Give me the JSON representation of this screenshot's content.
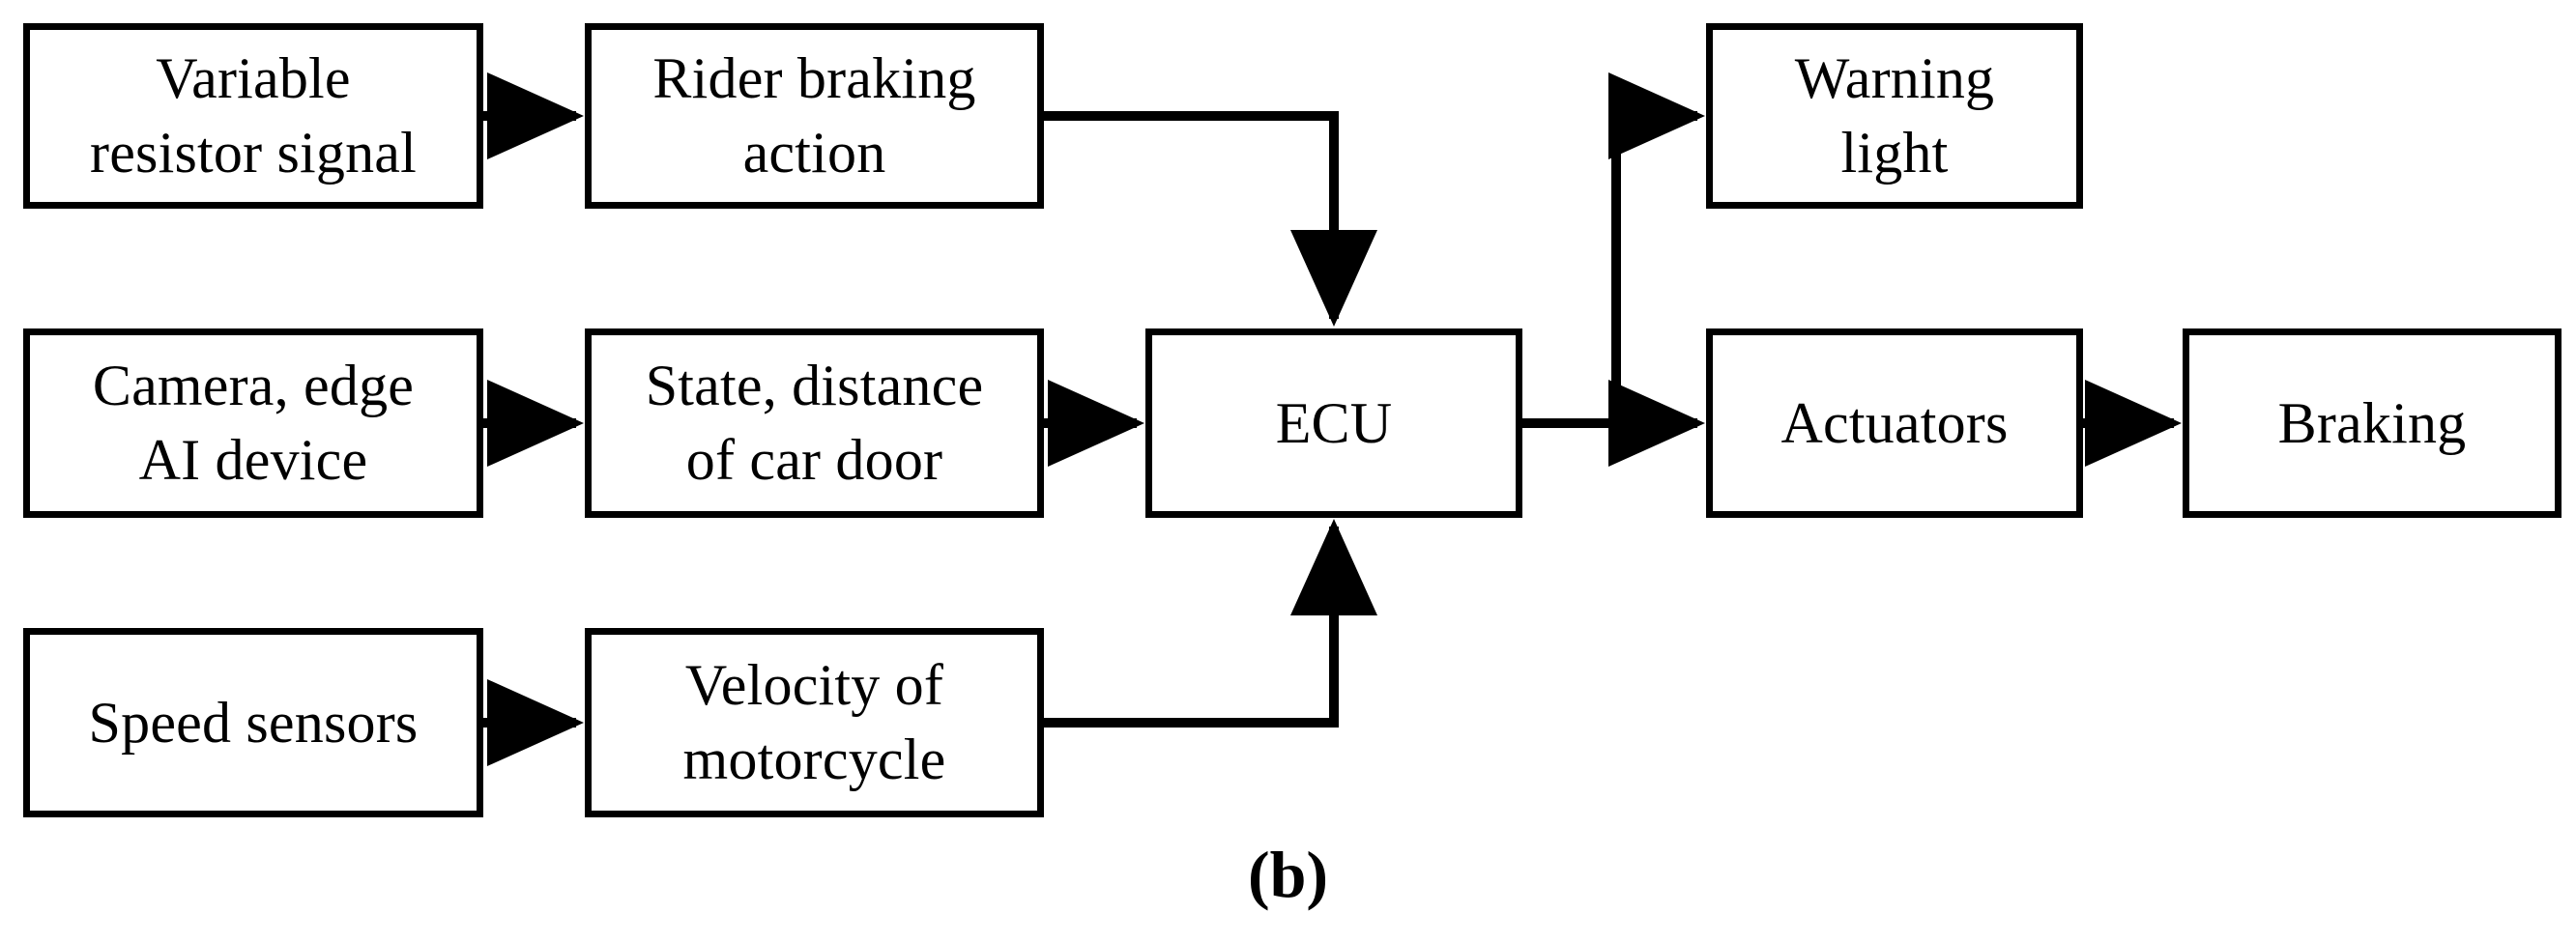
{
  "figure": {
    "caption": "(b)",
    "background_color": "#ffffff",
    "line_color": "#000000",
    "text_color": "#000000"
  },
  "nodes": {
    "variable_resistor_signal": {
      "label": "Variable\nresistor signal"
    },
    "rider_braking_action": {
      "label": "Rider braking\naction"
    },
    "warning_light": {
      "label": "Warning\nlight"
    },
    "camera_edge_ai_device": {
      "label": "Camera, edge\nAI device"
    },
    "state_distance_car_door": {
      "label": "State, distance\nof car door"
    },
    "ecu": {
      "label": "ECU"
    },
    "actuators": {
      "label": "Actuators"
    },
    "braking": {
      "label": "Braking"
    },
    "speed_sensors": {
      "label": "Speed sensors"
    },
    "velocity_of_motorcycle": {
      "label": "Velocity of\nmotorcycle"
    }
  },
  "edges": [
    {
      "name": "variable-resistor-signal-to-rider-braking-action",
      "from": "variable_resistor_signal",
      "to": "rider_braking_action",
      "style": "straight-right"
    },
    {
      "name": "rider-braking-action-to-ecu",
      "from": "rider_braking_action",
      "to": "ecu",
      "style": "right-then-down"
    },
    {
      "name": "camera-edge-ai-device-to-state-distance-car-door",
      "from": "camera_edge_ai_device",
      "to": "state_distance_car_door",
      "style": "straight-right"
    },
    {
      "name": "state-distance-car-door-to-ecu",
      "from": "state_distance_car_door",
      "to": "ecu",
      "style": "straight-right"
    },
    {
      "name": "ecu-to-actuators",
      "from": "ecu",
      "to": "actuators",
      "style": "straight-right"
    },
    {
      "name": "ecu-to-warning-light",
      "from": "ecu",
      "to": "warning_light",
      "style": "branch-up-then-right"
    },
    {
      "name": "actuators-to-braking",
      "from": "actuators",
      "to": "braking",
      "style": "straight-right"
    },
    {
      "name": "speed-sensors-to-velocity-of-motorcycle",
      "from": "speed_sensors",
      "to": "velocity_of_motorcycle",
      "style": "straight-right"
    },
    {
      "name": "velocity-of-motorcycle-to-ecu",
      "from": "velocity_of_motorcycle",
      "to": "ecu",
      "style": "right-then-up"
    }
  ]
}
